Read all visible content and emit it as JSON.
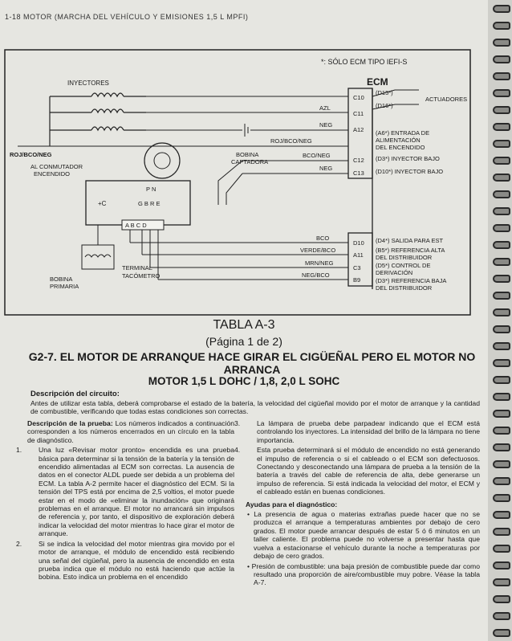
{
  "header": {
    "text": "1-18   MOTOR (MARCHA DEL VEHÍCULO Y EMISIONES 1,5 L MPFI)"
  },
  "diagram": {
    "note": "*: SÓLO ECM TIPO IEFI-S",
    "ecm_label": "ECM",
    "injectors_label": "INYECTORES",
    "wire_roj_bco_neg": "ROJ/BCO/NEG",
    "switch_label_1": "AL CONMUTADOR",
    "switch_label_2": "ENCENDIDO",
    "coil_pickup_1": "BOBINA",
    "coil_pickup_2": "CAPTADORA",
    "module_pn": "P N",
    "module_c": "+C",
    "module_gbre": "G B R E",
    "module_abcd": "A B C D",
    "terminal_label": "TERMINAL",
    "tachometer_label": "TACÓMETRO",
    "coil_label": "BOBINA",
    "primary_label": "PRIMARIA",
    "wires": [
      "AZL",
      "NEG",
      "ROJ/BCO/NEG",
      "BCO/NEG",
      "NEG",
      "BCO",
      "VERDE/BCO",
      "MRN/NEG",
      "NEG/BCO"
    ],
    "pins_top": [
      "C10",
      "C11",
      "A12",
      "C12",
      "C13"
    ],
    "pins_bottom": [
      "D10",
      "A11",
      "C3",
      "B9"
    ],
    "d_labels": [
      "(D15*)",
      "(D16*)"
    ],
    "actuators_label": "ACTUADORES",
    "right_top": [
      "(A6*) ENTRADA DE",
      "ALIMENTACIÓN",
      "DEL ENCENDIDO",
      "(D3*) INYECTOR BAJO",
      "(D10*) INYECTOR BAJO"
    ],
    "right_bottom": [
      "(D4*) SALIDA PARA EST",
      "(B5*) REFERENCIA ALTA",
      "DEL DISTRIBUIDOR",
      "(D5*) CONTROL DE",
      "DERIVACIÓN",
      "(D3*) REFERENCIA BAJA",
      "DEL DISTRIBUIDOR"
    ]
  },
  "table": {
    "title": "TABLA A-3",
    "page": "(Página 1 de 2)",
    "code": "G2-7.",
    "heading": "EL MOTOR DE ARRANQUE HACE GIRAR EL CIGÜEÑAL PERO EL MOTOR NO ARRANCA",
    "subtitle": "MOTOR 1,5 L DOHC / 1,8, 2,0 L SOHC"
  },
  "circuit": {
    "title": "Descripción del circuito:",
    "text": "Antes de utilizar esta tabla, deberá comprobarse el estado de la batería, la velocidad del cigüeñal movido por el motor de arranque y la cantidad de combustible, verificando que todas estas condiciones son correctas."
  },
  "test": {
    "title": "Descripción de la prueba:",
    "intro": "Los números indicados a continuación corresponden a los números encerrados en un círculo en la tabla de diagnóstico.",
    "item1": "Una luz «Revisar motor pronto» encendida es una prueba básica para determinar si la tensión de la batería y la tensión de encendido alimentadas al ECM son correctas. La ausencia de datos en el conector ALDL puede ser debida a un problema del ECM. La tabla A-2 permite hacer el diagnóstico del ECM. Si la tensión del TPS está por encima de 2,5 voltios, el motor puede estar en el modo de «eliminar la inundación» que originará problemas en el arranque. El motor no arrancará sin impulsos de referencia y, por tanto, el dispositivo de exploración deberá indicar la velocidad del motor mientras lo hace girar el motor de arranque.",
    "item2": "Si se indica la velocidad del motor mientras gira movido por el motor de arranque, el módulo de encendido está recibiendo una señal del cigüeñal, pero la ausencia de encendido en esta prueba indica que el módulo no está haciendo que actúe la bobina. Esto indica un problema en el encendido",
    "item3": "La lámpara de prueba debe parpadear indicando que el ECM está controlando los inyectores. La intensidad del brillo de la lámpara no tiene importancia.",
    "item4": "Esta prueba determinará si el módulo de encendido no está generando el impulso de referencia o si el cableado o el ECM son defectuosos. Conectando y desconectando una lámpara de prueba a la tensión de la batería a través del cable de referencia de alta, debe generarse un impulso de referencia. Si está indicada la velocidad del motor, el ECM y el cableado están en buenas condiciones.",
    "nums": [
      "3.",
      "4."
    ]
  },
  "aids": {
    "title": "Ayudas para el diagnóstico:",
    "b1": "La presencia de agua o materias extrañas puede hacer que no se produzca el arranque a temperaturas ambientes por debajo de cero grados. El motor puede arrancar después de estar 5 ó 6 minutos en un taller caliente. El problema puede no volverse a presentar hasta que vuelva a estacionarse el vehículo durante la noche a temperaturas por debajo de cero grados.",
    "b2": "Presión de combustible: una baja presión de combustible puede dar como resultado una proporción de aire/combustible muy pobre. Véase la tabla A-7."
  }
}
